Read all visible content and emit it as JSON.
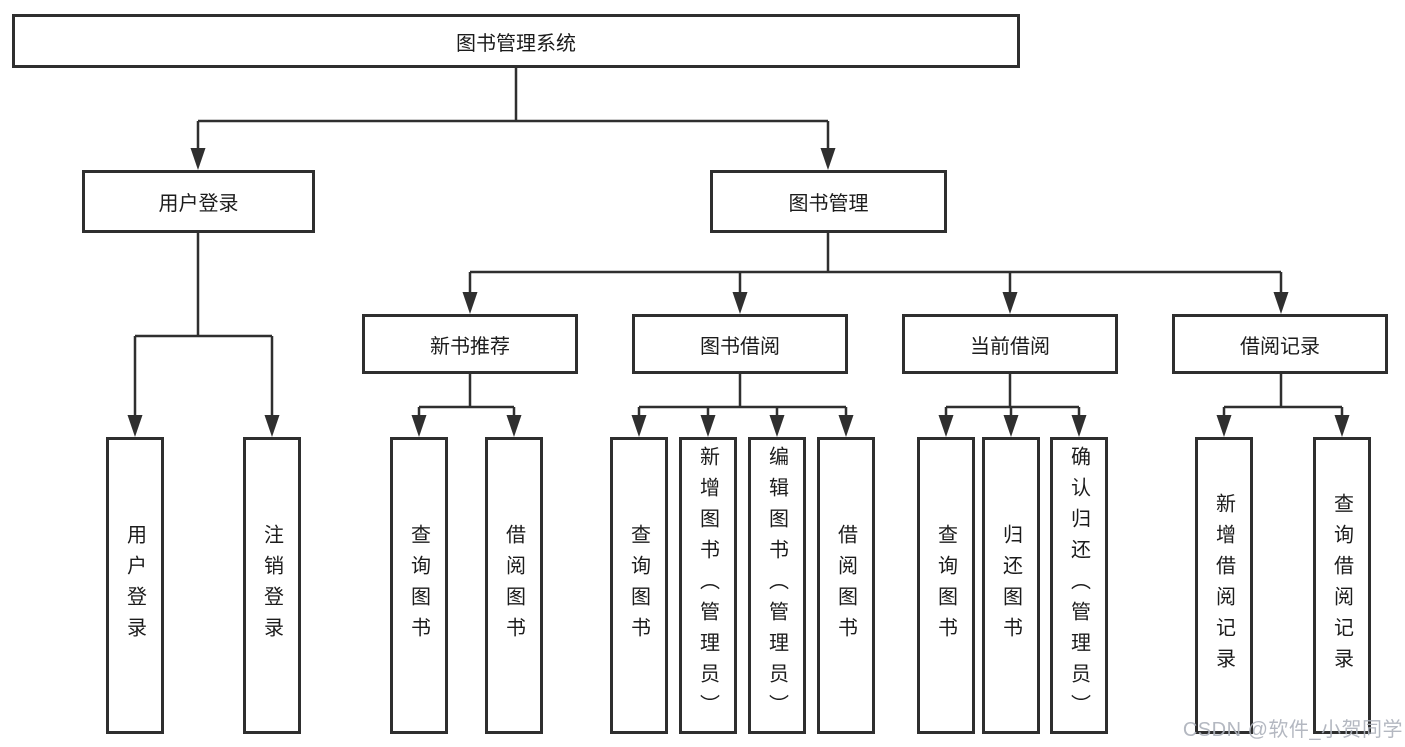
{
  "colors": {
    "line": "#2f2f2f",
    "text": "#1c1c1c",
    "watermark": "#aeb3bc",
    "background": "#ffffff"
  },
  "root": {
    "label": "图书管理系统"
  },
  "level1": {
    "login": "用户登录",
    "management": "图书管理"
  },
  "level2": {
    "recommend": "新书推荐",
    "borrow": "图书借阅",
    "current": "当前借阅",
    "records": "借阅记录"
  },
  "leaves": {
    "login": [
      "用户登录",
      "注销登录"
    ],
    "recommend": [
      "查询图书",
      "借阅图书"
    ],
    "borrow": [
      "查询图书",
      "新增图书（管理员）",
      "编辑图书（管理员）",
      "借阅图书"
    ],
    "current": [
      "查询图书",
      "归还图书",
      "确认归还（管理员）"
    ],
    "records": [
      "新增借阅记录",
      "查询借阅记录"
    ]
  },
  "watermark": {
    "label": "CSDN @软件_小贺同学"
  }
}
